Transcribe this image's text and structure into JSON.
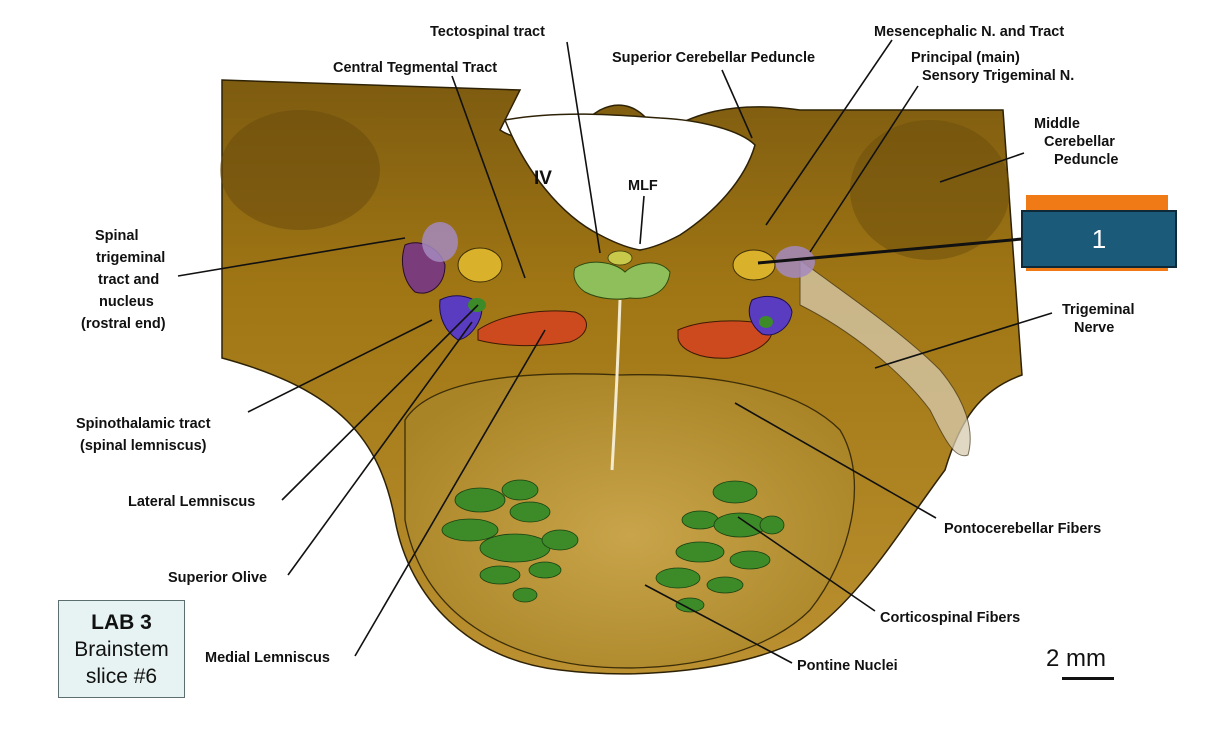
{
  "labels": {
    "tectospinal": "Tectospinal tract",
    "central_tegmental": "Central Tegmental Tract",
    "superior_cerebellar": "Superior Cerebellar Peduncle",
    "mesencephalic": "Mesencephalic N. and Tract",
    "principal_1": "Principal (main)",
    "principal_2": "Sensory Trigeminal N.",
    "middle_cerebellar_1": "Middle",
    "middle_cerebellar_2": "Cerebellar",
    "middle_cerebellar_3": "Peduncle",
    "ventricle": "IV",
    "mlf": "MLF",
    "spinal_trigeminal_1": "Spinal",
    "spinal_trigeminal_2": "trigeminal",
    "spinal_trigeminal_3": "tract and",
    "spinal_trigeminal_4": "nucleus",
    "spinal_trigeminal_5": "(rostral end)",
    "trigeminal_nerve_1": "Trigeminal",
    "trigeminal_nerve_2": "Nerve",
    "spinothalamic_1": "Spinothalamic tract",
    "spinothalamic_2": "(spinal lemniscus)",
    "lateral_lemniscus": "Lateral Lemniscus",
    "pontocerebellar": "Pontocerebellar Fibers",
    "superior_olive": "Superior Olive",
    "corticospinal": "Corticospinal Fibers",
    "medial_lemniscus": "Medial Lemniscus",
    "pontine_nuclei": "Pontine Nuclei"
  },
  "lab_box": {
    "line1": "LAB 3",
    "line2": "Brainstem",
    "line3": "slice #6"
  },
  "callout": {
    "number": "1"
  },
  "scale": {
    "label": "2 mm"
  },
  "colors": {
    "tissue": "#a67c1c",
    "tissue_dark": "#6e4f0c",
    "medial_lemniscus": "#cc4a1e",
    "spinothalamic": "#5a3cc0",
    "corticospinal": "#3c8a28",
    "mlf": "#8fbf5a",
    "nucleus_yellow": "#d9b12a",
    "spinal_trigeminal": "#7a3c7a",
    "callout_fill": "#1c5a7a",
    "callout_accent": "#f07a16",
    "lab_box_fill": "#e7f3f2"
  }
}
